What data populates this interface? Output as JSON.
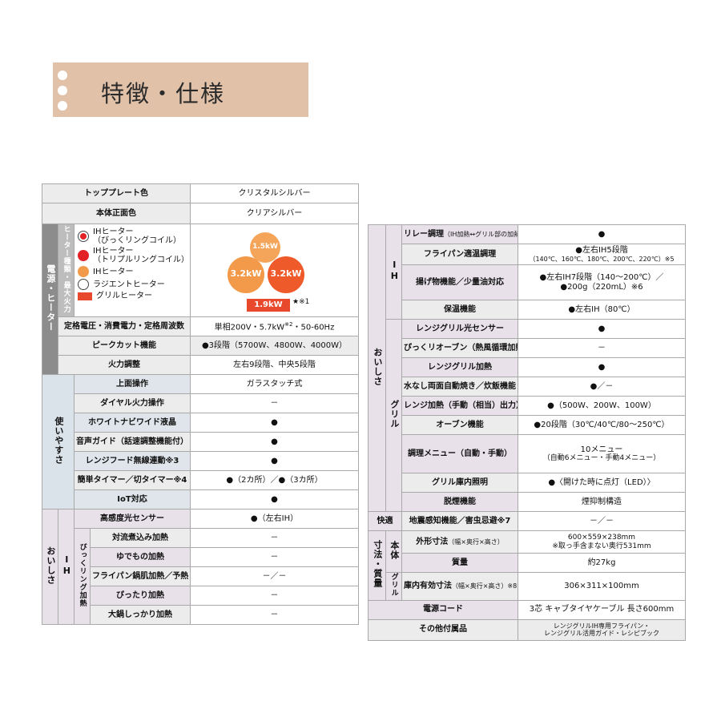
{
  "banner": {
    "title": "特徴・仕様"
  },
  "left": {
    "topplate_label": "トッププレート色",
    "topplate_value": "クリスタルシルバー",
    "front_label": "本体正面色",
    "front_value": "クリアシルバー",
    "group_heater": "電源・ヒーター",
    "group_heater_sub": "ヒーター種類・最大火力",
    "heater_legend": [
      "IHヒーター\n（びっくリングコイル）",
      "IHヒーター\n（トリプルリングコイル）",
      "IHヒーター",
      "ラジエントヒーター",
      "グリルヒーター"
    ],
    "burners": {
      "top": "1.5kW",
      "left": "3.2kW",
      "right": "3.2kW",
      "grill": "1.9kW",
      "note": "★※1"
    },
    "voltage_label": "定格電圧・消費電力・定格周波数",
    "voltage_value": "単相200V・5.7kW",
    "voltage_sup": "※2",
    "voltage_tail": "・50-60Hz",
    "peak_label": "ピークカット機能",
    "peak_value": "●3段階（5700W、4800W、4000W）",
    "power_label": "火力調整",
    "power_value": "左右9段階、中央5段階",
    "group_use": "使いやすさ",
    "use_rows": [
      {
        "label": "上面操作",
        "value": "ガラスタッチ式"
      },
      {
        "label": "ダイヤル火力操作",
        "value": "－"
      },
      {
        "label": "ホワイトナビワイド液晶",
        "value": "●"
      },
      {
        "label": "音声ガイド（話速調整機能付）",
        "value": "●"
      },
      {
        "label": "レンジフード無線連動※3",
        "value": "●"
      },
      {
        "label": "簡単タイマー／切タイマー※4",
        "value": "●（2カ所）／●（3カ所）"
      },
      {
        "label": "IoT対応",
        "value": "●"
      }
    ],
    "group_oishisa": "おいしさ",
    "group_ih": "IH",
    "sensor_label": "高感度光センサー",
    "sensor_value": "●（左右IH）",
    "group_ring": "びっくリング加熱",
    "ring_rows": [
      {
        "label": "対流煮込み加熱",
        "value": "－"
      },
      {
        "label": "ゆでもの加熱",
        "value": "－"
      },
      {
        "label": "フライパン鍋肌加熱／予熱",
        "value": "－／－"
      },
      {
        "label": "ぴったり加熱",
        "value": "－"
      },
      {
        "label": "大鍋しっかり加熱",
        "value": "－"
      }
    ]
  },
  "right": {
    "group_oishisa": "おいしさ",
    "group_ih": "IH",
    "ih_rows": [
      {
        "label": "リレー調理",
        "label_sub": "（IH加熱↔グリル部の加熱）",
        "value": "●"
      },
      {
        "label": "フライパン適温調理",
        "value": "●左右IH5段階",
        "value2": "（140℃、160℃、180℃、200℃、220℃）※5"
      },
      {
        "label": "揚げ物機能／少量油対応",
        "value": "●左右IH7段階（140～200℃）／",
        "value2": "●200g（220mL）※6"
      },
      {
        "label": "保温機能",
        "value": "●左右IH（80℃）"
      }
    ],
    "group_grill": "グリル",
    "grill_rows": [
      {
        "label": "レンジグリル光センサー",
        "value": "●"
      },
      {
        "label": "ぴっくリオーブン（熱風循環加熱式）",
        "value": "－"
      },
      {
        "label": "レンジグリル加熱",
        "value": "●"
      },
      {
        "label": "水なし両面自動焼き／炊飯機能",
        "value": "●／－"
      },
      {
        "label": "レンジ加熱（手動（相当）出力）",
        "value": "●（500W、200W、100W）"
      },
      {
        "label": "オーブン機能",
        "value": "●20段階（30℃/40℃/80～250℃）"
      },
      {
        "label": "調理メニュー（自動・手動）",
        "value": "10メニュー",
        "value2": "（自動6メニュー・手動4メニュー）"
      },
      {
        "label": "グリル庫内照明",
        "value": "●〈開けた時に点灯（LED）〉"
      },
      {
        "label": "脱煙機能",
        "value": "煙抑制構造"
      }
    ],
    "group_comfort": "快適",
    "comfort_label": "地震感知機能／害虫忌避※7",
    "comfort_value": "－／－",
    "group_size": "寸法・質量",
    "group_body": "本体",
    "outer_label": "外形寸法",
    "outer_sub": "（幅×奥行×高さ）",
    "outer_value": "600×559×238mm",
    "outer_value2": "※取っ手含まない奥行531mm",
    "mass_label": "質量",
    "mass_value": "約27kg",
    "group_grill2": "グリル",
    "inner_label": "庫内有効寸法",
    "inner_sub": "（幅×奥行×高さ）※8",
    "inner_value": "306×311×100mm",
    "cord_label": "電源コード",
    "cord_value": "3芯 キャブタイヤケーブル 長さ600mm",
    "acc_label": "その他付属品",
    "acc_value": "レンジグリルIH専用フライパン・",
    "acc_value2": "レンジグリル活用ガイド・レシピブック"
  }
}
